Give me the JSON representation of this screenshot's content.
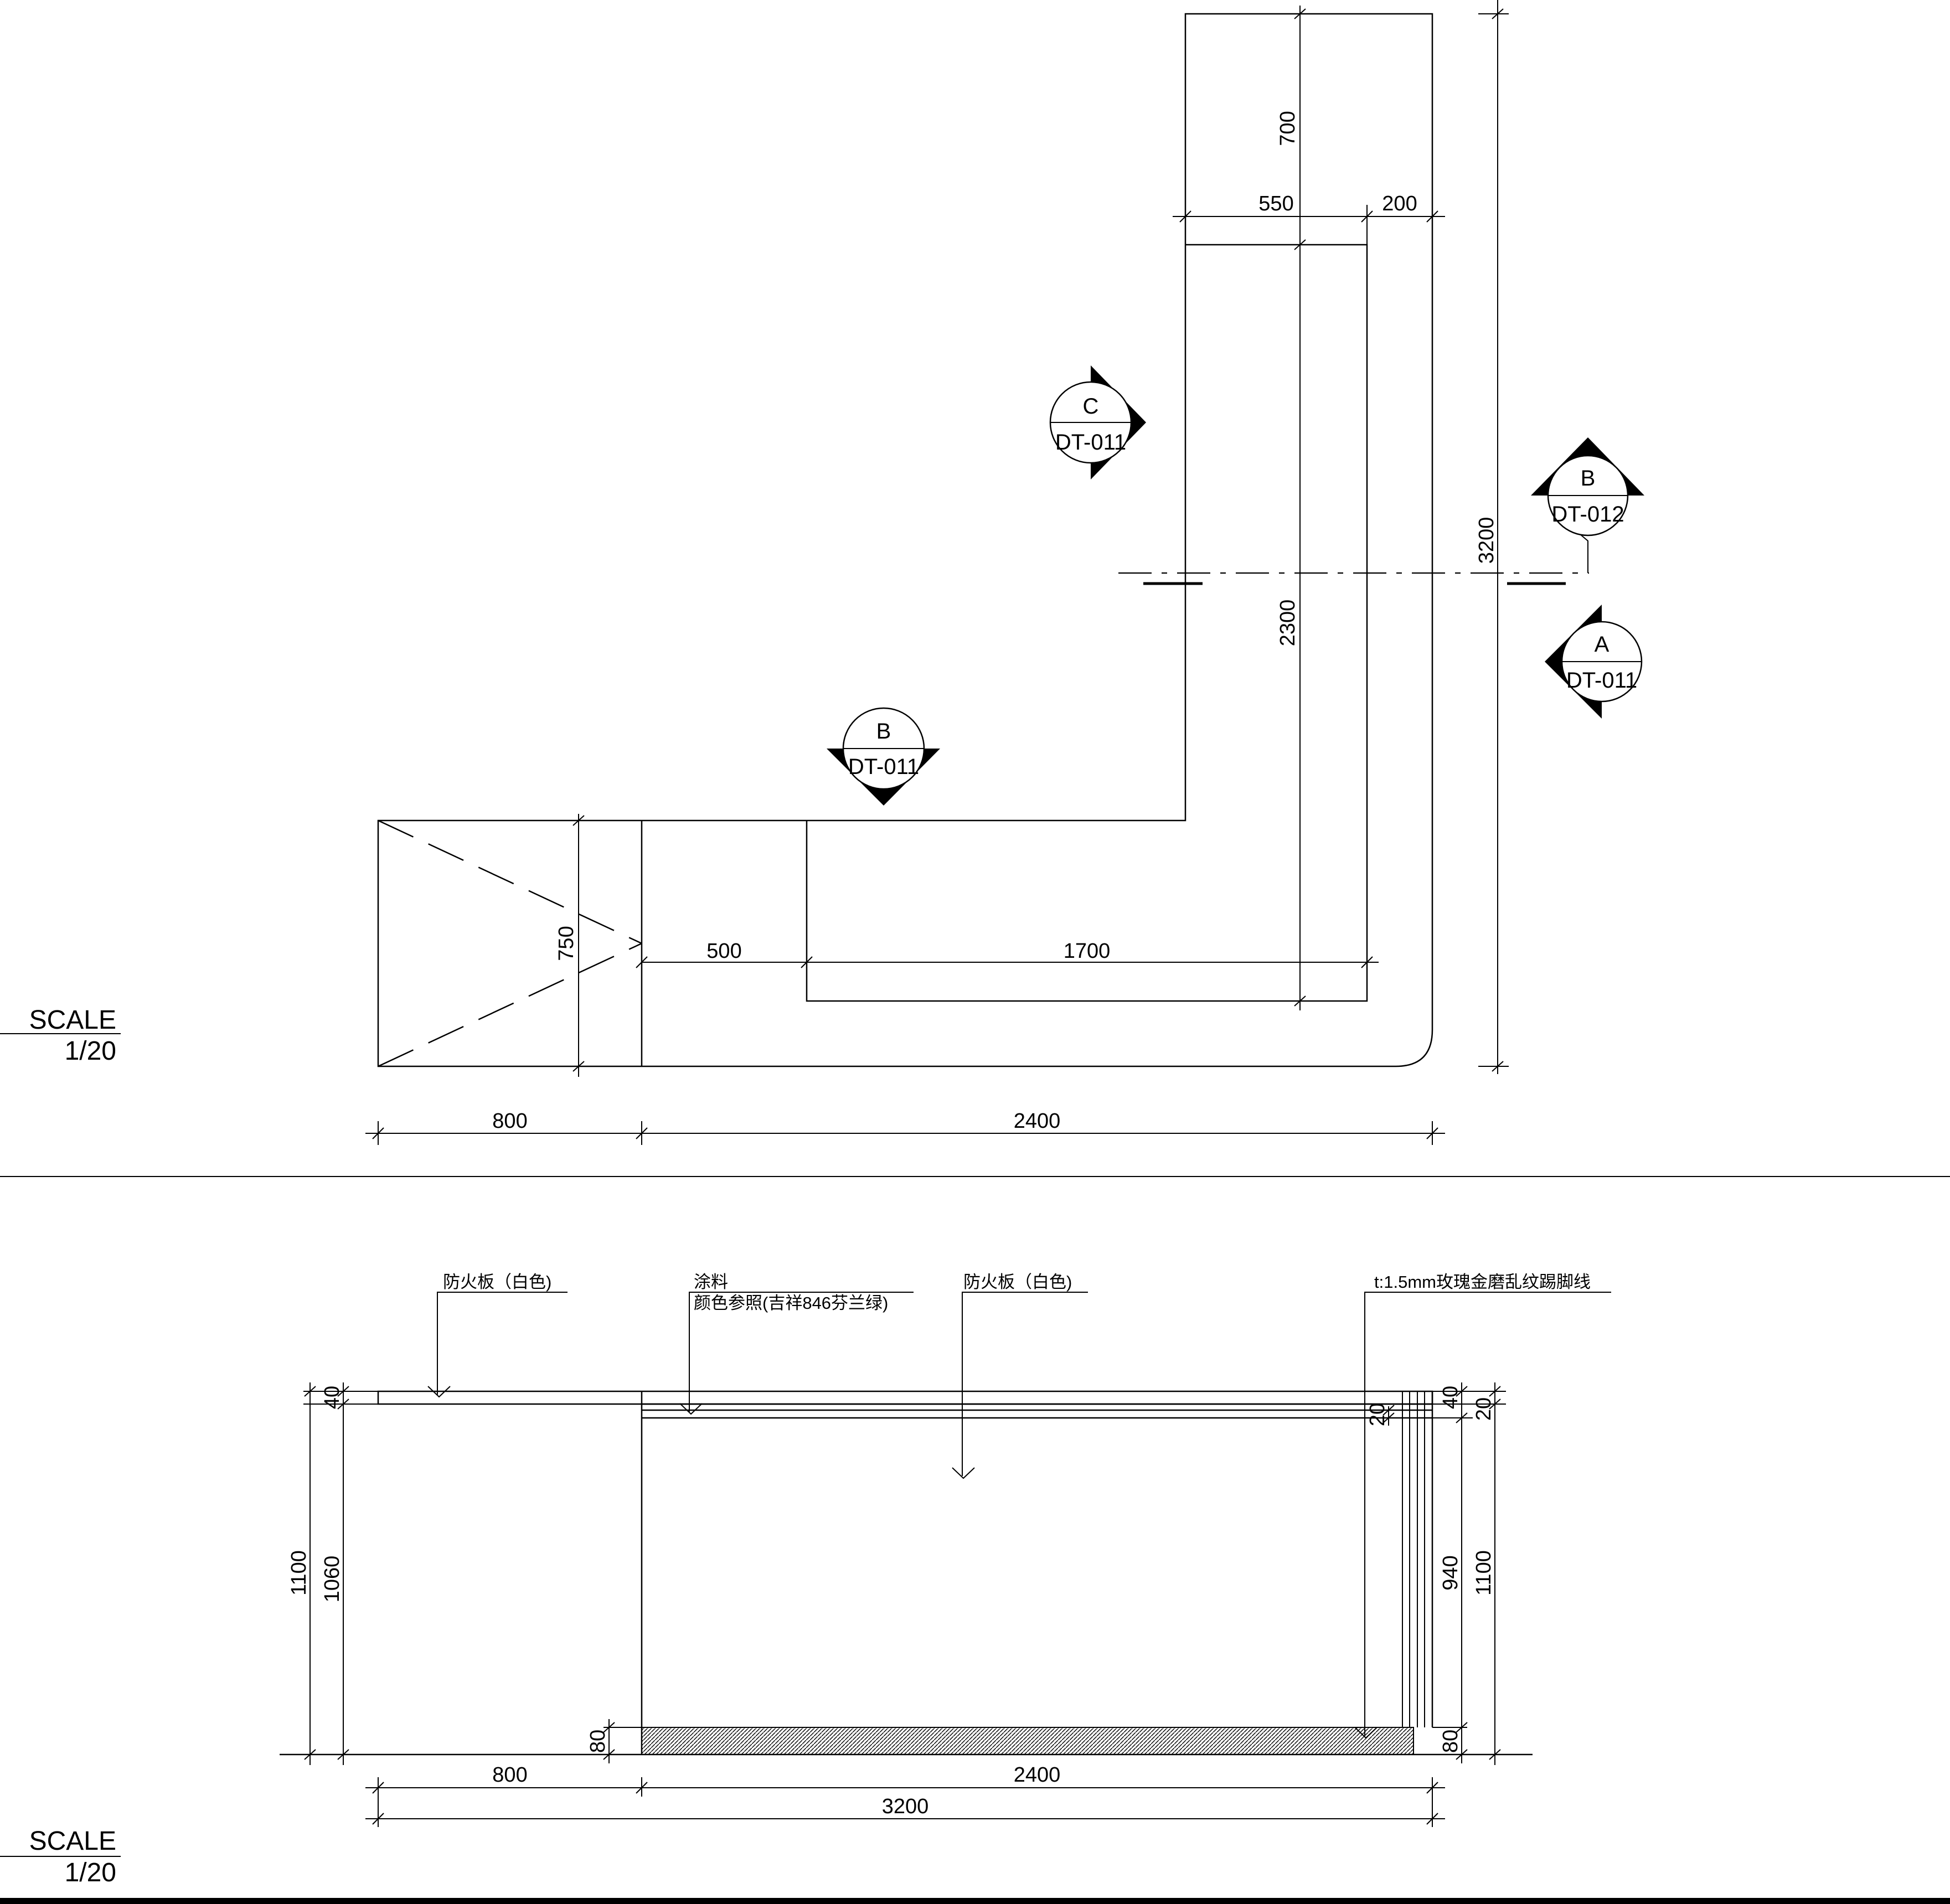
{
  "plan": {
    "dims": {
      "d700": "700",
      "d550": "550",
      "d200": "200",
      "d3200": "3200",
      "d2300": "2300",
      "d750": "750",
      "d500": "500",
      "d1700": "1700",
      "d800": "800",
      "d2400": "2400"
    },
    "tags": {
      "c_letter": "C",
      "c_sheet": "DT-011",
      "b1_letter": "B",
      "b1_sheet": "DT-012",
      "a_letter": "A",
      "a_sheet": "DT-011",
      "b2_letter": "B",
      "b2_sheet": "DT-011"
    },
    "scale": {
      "label": "SCALE",
      "value": "1/20"
    }
  },
  "elevation": {
    "notes": {
      "n1": "防火板（白色)",
      "n2a": "涂料",
      "n2b": "颜色参照(吉祥846芬兰绿)",
      "n3": "防火板（白色)",
      "n4": "t:1.5mm玫瑰金磨乱纹踢脚线"
    },
    "dims": {
      "l40": "40",
      "l1100": "1100",
      "l1060": "1060",
      "l80": "80",
      "m20": "20",
      "r40": "40",
      "r20": "20",
      "r940": "940",
      "r1100": "1100",
      "r80": "80",
      "b800": "800",
      "b2400": "2400",
      "b3200": "3200"
    },
    "scale": {
      "label": "SCALE",
      "value": "1/20"
    }
  }
}
